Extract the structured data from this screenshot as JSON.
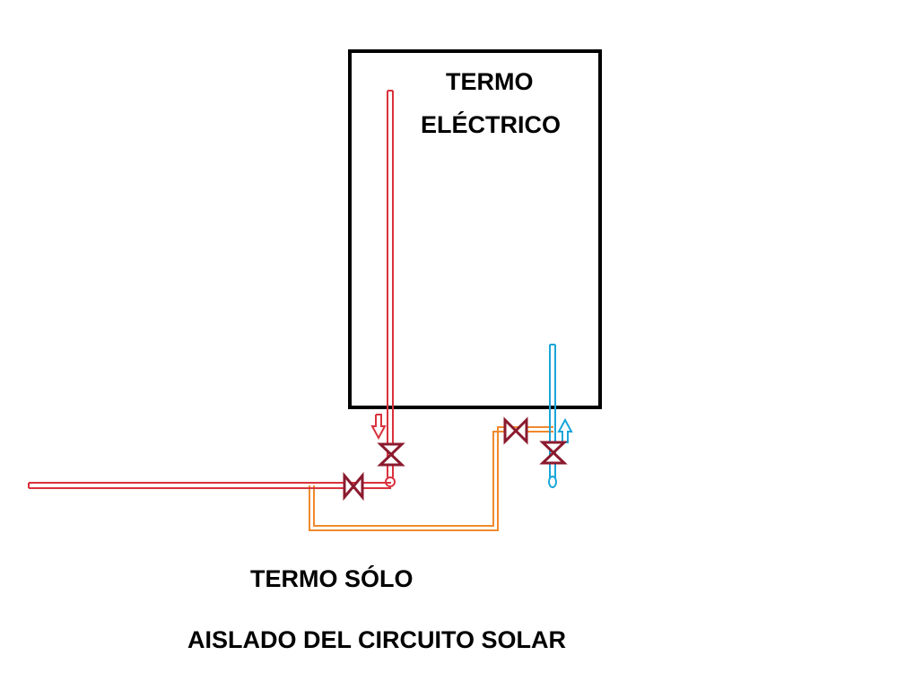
{
  "heater": {
    "label_line1": "TERMO",
    "label_line2": "ELÉCTRICO"
  },
  "caption": {
    "line1": "TERMO SÓLO",
    "line2": "AISLADO DEL CIRCUITO SOLAR"
  },
  "colors": {
    "hot_water_pipe": "#d9323d",
    "cold_water_pipe": "#1aa6d9",
    "bypass_pipe": "#f08a2e",
    "valve": "#8b1a2e",
    "heater_outline": "#000000",
    "text": "#000000"
  },
  "icons": {
    "valve": "gate-valve-icon",
    "hot_flow": "down-arrow-icon",
    "cold_flow": "up-arrow-icon"
  }
}
